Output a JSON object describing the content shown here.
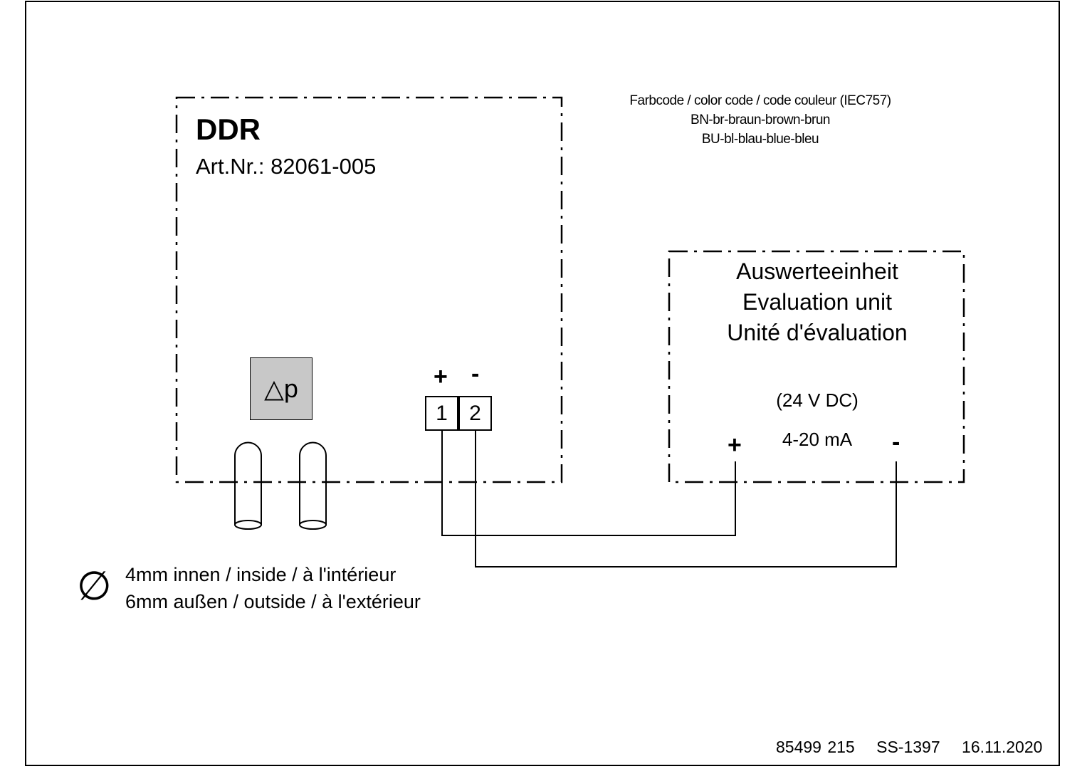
{
  "device": {
    "name": "DDR",
    "article": "Art.Nr.: 82061-005",
    "dp_label": "△p",
    "terminals": [
      "1",
      "2"
    ],
    "terminal_signs": [
      "+",
      "-"
    ]
  },
  "color_code": {
    "title": "Farbcode / color code / code couleur (IEC757)",
    "lines": [
      "BN-br-braun-brown-brun",
      "BU-bl-blau-blue-bleu"
    ]
  },
  "evaluation_unit": {
    "names": [
      "Auswerteeinheit",
      "Evaluation unit",
      "Unité d'évaluation"
    ],
    "supply": "(24 V DC)",
    "signal": "4-20 mA",
    "signs": [
      "+",
      "-"
    ]
  },
  "tubing": {
    "symbol": "∅",
    "lines": [
      "4mm innen / inside / à l'intérieur",
      "6mm außen / outside / à l'extérieur"
    ]
  },
  "footer": {
    "doc_number": "85499 215",
    "drawing_id": "SS-1397",
    "date": "16.11.2020"
  }
}
